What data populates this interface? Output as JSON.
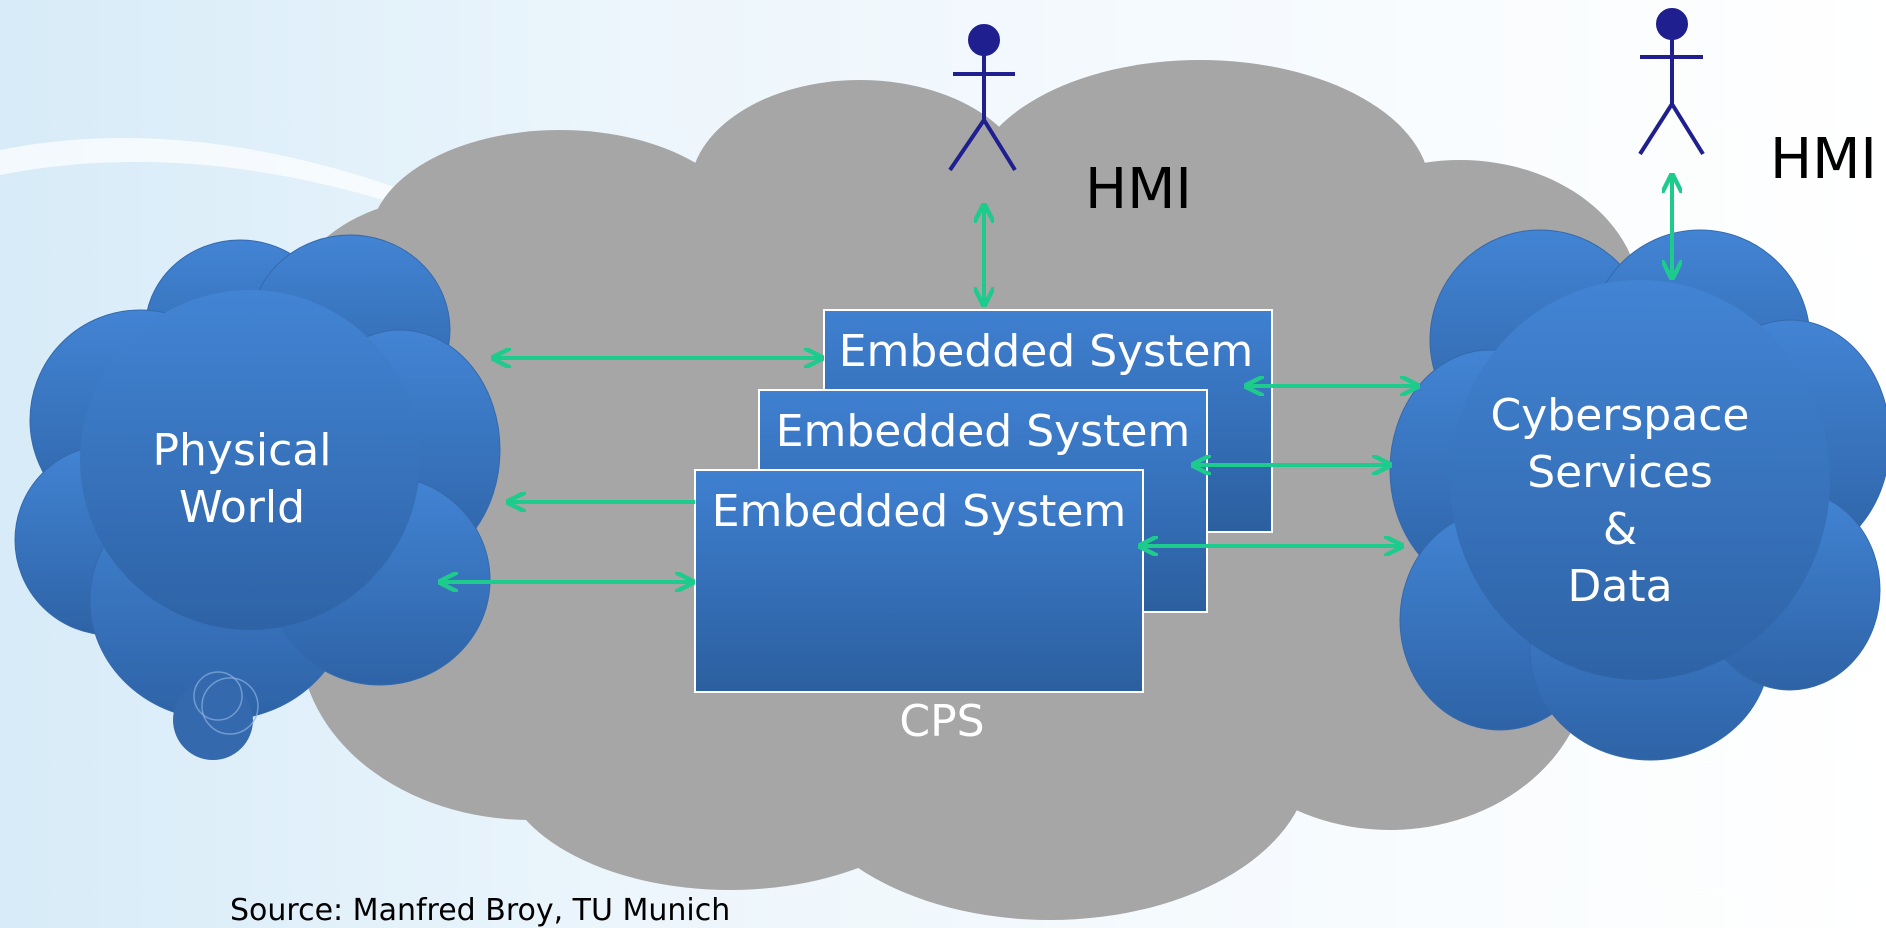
{
  "diagram": {
    "physical_world": {
      "line1": "Physical",
      "line2": "World"
    },
    "cyberspace": {
      "line1": "Cyberspace",
      "line2": "Services",
      "line3": "&",
      "line4": "Data"
    },
    "cps_label": "CPS",
    "embedded_systems": [
      {
        "label": "Embedded System"
      },
      {
        "label": "Embedded System"
      },
      {
        "label": "Embedded System"
      }
    ],
    "hmi_left": "HMI",
    "hmi_right": "HMI",
    "source": "Source: Manfred Broy, TU Munich"
  },
  "colors": {
    "cloud_gray": "#A6A6A6",
    "cloud_blue": "#3B7ACB",
    "arrow_green": "#1DCB8C",
    "actor_navy": "#1F1F8F",
    "text_white": "#FFFFFF",
    "text_black": "#000000"
  }
}
